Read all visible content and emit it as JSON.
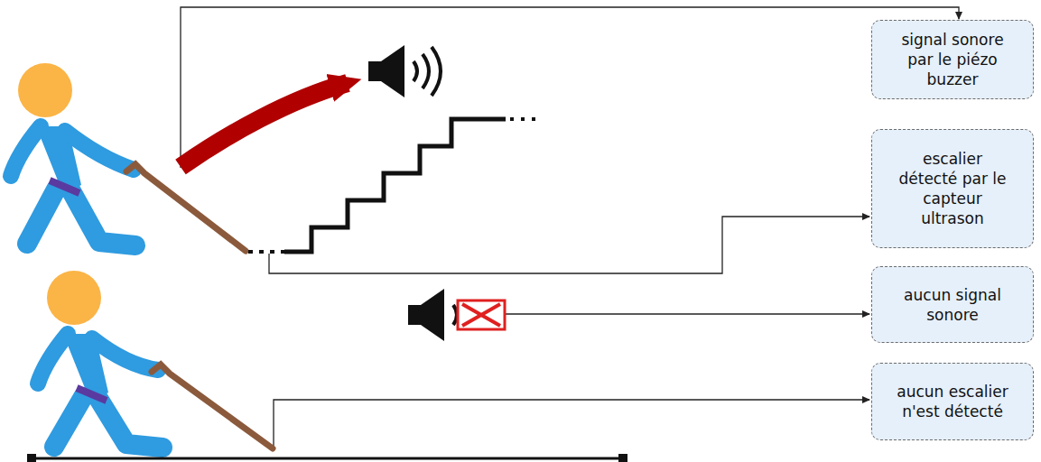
{
  "diagram": {
    "nodes": [
      {
        "text": [
          "signal sonore par le piézo buzzer"
        ]
      },
      {
        "text": [
          "escalier détecté par le capteur ultrason"
        ]
      },
      {
        "text": [
          "aucun signal sonore"
        ]
      },
      {
        "text": [
          "aucun escalier n'est détecté"
        ]
      }
    ]
  }
}
